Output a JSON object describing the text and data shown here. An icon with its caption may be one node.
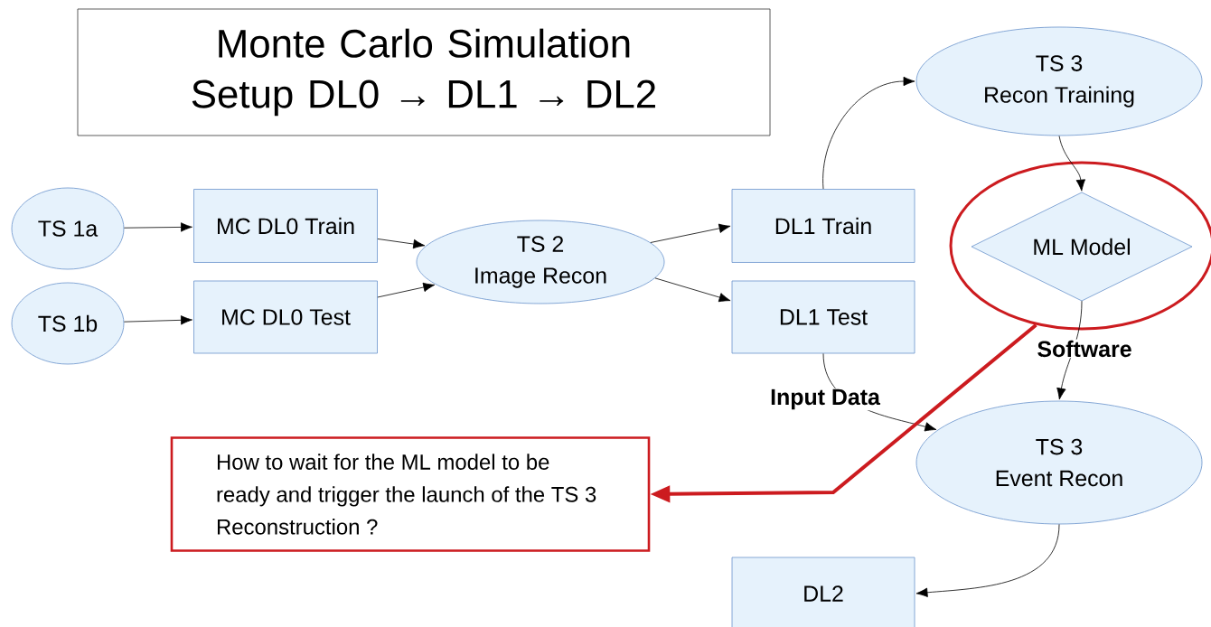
{
  "diagram": {
    "title": "Monte Carlo Simulation Setup DL0 → DL1 → DL2",
    "nodes": [
      {
        "text": [
          "TS 1a"
        ]
      },
      {
        "text": [
          "TS 1b"
        ]
      },
      {
        "text": [
          "MC DL0 Train"
        ]
      },
      {
        "text": [
          "MC DL0 Test"
        ]
      },
      {
        "text": [
          "TS 2",
          "Image Recon"
        ]
      },
      {
        "text": [
          "DL1 Train"
        ]
      },
      {
        "text": [
          "DL1 Test"
        ]
      },
      {
        "text": [
          "TS 3",
          "Recon Training"
        ]
      },
      {
        "text": [],
        "shape": "ellipse"
      },
      {
        "text": [
          "ML Model"
        ],
        "in": 8
      },
      {
        "text": [
          "TS 3",
          "Event Recon"
        ]
      },
      {
        "text": [
          "How to wait for the ML model to be ready and trigger the launch of the TS 3 Reconstruction ?"
        ]
      },
      {
        "text": [
          "DL2"
        ]
      }
    ],
    "edges": [
      {
        "from": 0,
        "to": 2,
        "arrow": "to"
      },
      {
        "from": 1,
        "to": 3,
        "arrow": "to"
      },
      {
        "from": 2,
        "to": 4,
        "arrow": "to"
      },
      {
        "from": 3,
        "to": 4,
        "arrow": "to"
      },
      {
        "from": 4,
        "to": 5,
        "arrow": "to"
      },
      {
        "from": 4,
        "to": 6,
        "arrow": "to"
      },
      {
        "from": 5,
        "to": 7,
        "arrow": "to"
      },
      {
        "from": 7,
        "to": 9,
        "arrow": "to"
      },
      {
        "from": 9,
        "to": 10,
        "arrow": "to",
        "label": "Software"
      },
      {
        "from": 6,
        "to": 10,
        "arrow": "to",
        "label": "Input Data"
      },
      {
        "from": 10,
        "to": 12,
        "arrow": "to"
      },
      {
        "from": 8,
        "to": 11,
        "arrow": "to",
        "style": "thick",
        "color": "#cc1b1f"
      }
    ]
  }
}
